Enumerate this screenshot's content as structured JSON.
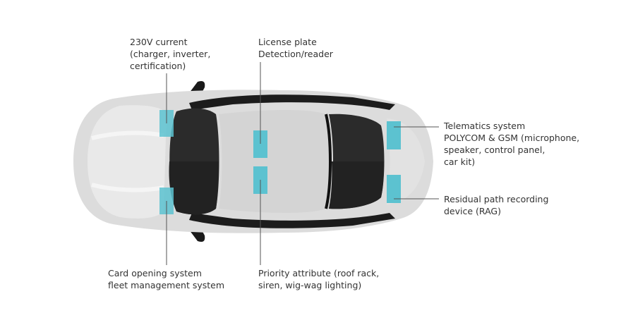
{
  "colors": {
    "body": "#dcdcdc",
    "body_highlight": "#ededed",
    "glass": "#2b2b2b",
    "trim": "#111111",
    "module": "#5cc2d0",
    "leader": "#555555"
  },
  "callouts": {
    "power": {
      "lines": [
        "230V current",
        "(charger, inverter,",
        "certification)"
      ]
    },
    "plate": {
      "lines": [
        "License plate",
        "Detection/reader"
      ]
    },
    "telematics": {
      "lines": [
        "Telematics system",
        "POLYCOM & GSM (microphone,",
        "speaker, control panel,",
        "car kit)"
      ]
    },
    "residual": {
      "lines": [
        "Residual path recording",
        "device (RAG)"
      ]
    },
    "card": {
      "lines": [
        "Card opening system",
        "fleet management system"
      ]
    },
    "priority": {
      "lines": [
        "Priority attribute (roof rack,",
        "siren, wig-wag lighting)"
      ]
    }
  }
}
